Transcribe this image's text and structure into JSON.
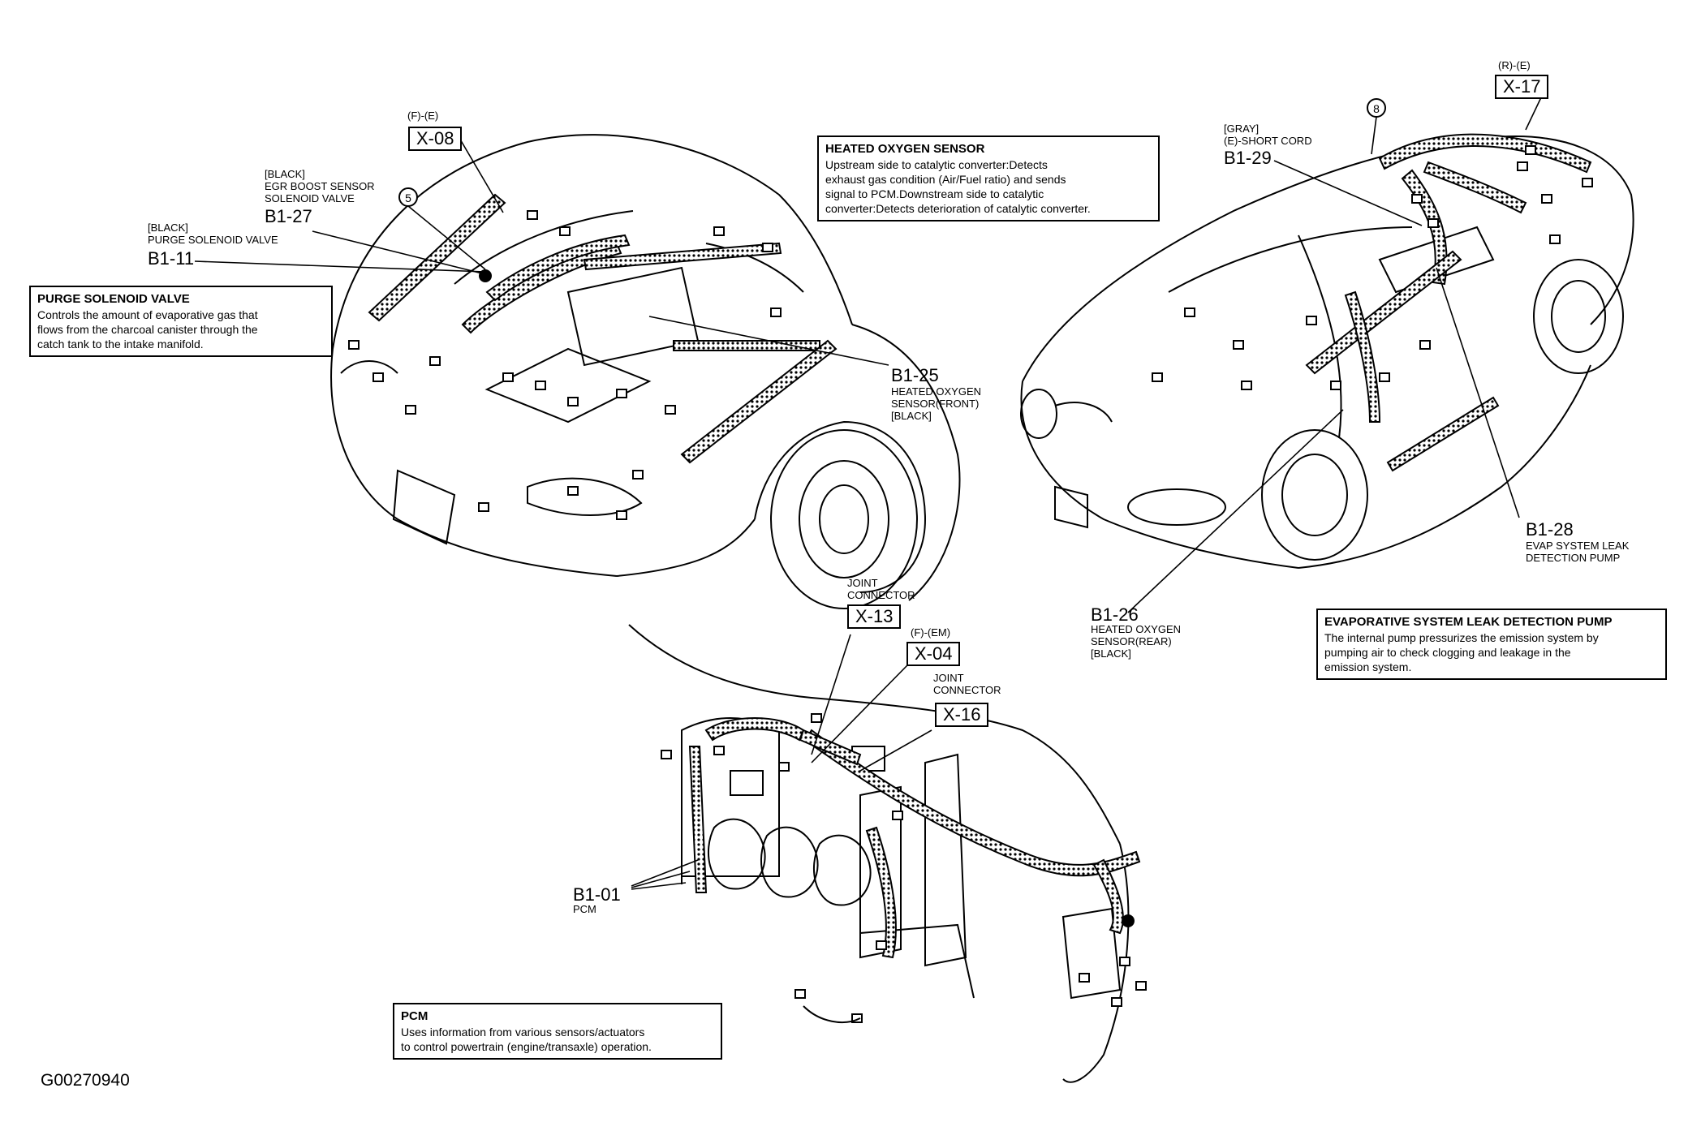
{
  "figure_id": "G00270940",
  "notes": {
    "purge": {
      "title": "PURGE SOLENOID VALVE",
      "body": "Controls the amount of evaporative gas that\nflows from the charcoal canister through the\ncatch tank to the intake manifold."
    },
    "heated": {
      "title": "HEATED OXYGEN SENSOR",
      "body": "Upstream side to catalytic converter:Detects\nexhaust gas condition (Air/Fuel ratio) and sends\nsignal to PCM.Downstream side to catalytic\nconverter:Detects deterioration of catalytic converter."
    },
    "evap": {
      "title": "EVAPORATIVE SYSTEM LEAK DETECTION PUMP",
      "body": "The internal pump pressurizes the emission system by\npumping air to check clogging and leakage in the\nemission system."
    },
    "pcm": {
      "title": "PCM",
      "body": "Uses information from various sensors/actuators\nto control powertrain (engine/transaxle) operation."
    }
  },
  "labels": {
    "x08": {
      "tag": "(F)-(E)",
      "code": "X-08"
    },
    "x17": {
      "tag": "(R)-(E)",
      "code": "X-17"
    },
    "x13": {
      "caption": "JOINT\nCONNECTOR",
      "code": "X-13"
    },
    "x04": {
      "tag": "(F)-(EM)",
      "code": "X-04"
    },
    "x16": {
      "caption": "JOINT\nCONNECTOR",
      "code": "X-16"
    },
    "b127": {
      "caption": "[BLACK]\nEGR BOOST SENSOR\nSOLENOID VALVE",
      "code": "B1-27"
    },
    "b111": {
      "caption": "[BLACK]\nPURGE SOLENOID VALVE",
      "code": "B1-11"
    },
    "b125": {
      "code": "B1-25",
      "caption": "HEATED OXYGEN\nSENSOR(FRONT)\n[BLACK]"
    },
    "b129": {
      "caption": "[GRAY]\n(E)-SHORT CORD",
      "code": "B1-29"
    },
    "b128": {
      "code": "B1-28",
      "caption": "EVAP SYSTEM LEAK\nDETECTION PUMP"
    },
    "b126": {
      "code": "B1-26",
      "caption": "HEATED OXYGEN\nSENSOR(REAR)\n[BLACK]"
    },
    "b101": {
      "code": "B1-01",
      "caption": "PCM"
    },
    "circle5": "5",
    "circle8": "8"
  }
}
